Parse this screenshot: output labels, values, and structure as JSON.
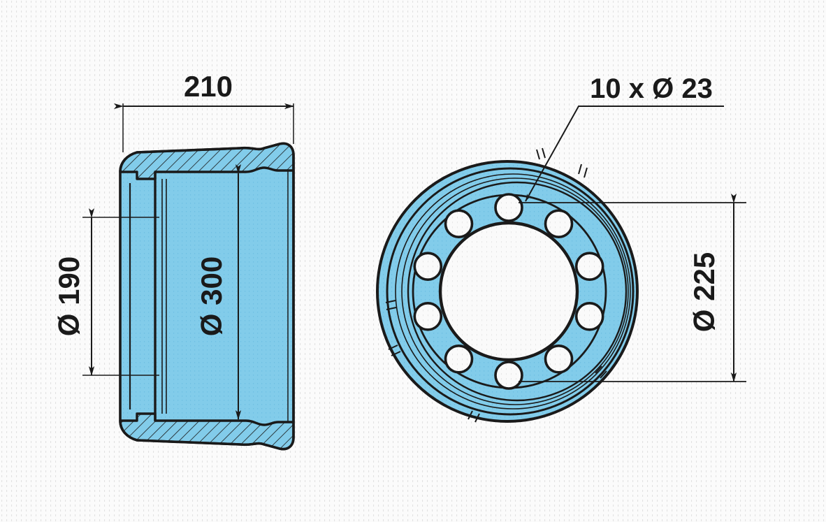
{
  "drawing": {
    "type": "engineering-cross-section-and-front-view",
    "subject": "brake drum / wheel hub",
    "background_color": "#fbfbfb",
    "part_fill_color": "#82ccea",
    "line_color": "#1a1a1a",
    "hatch_color": "#1a1a1a",
    "hole_fill_color": "#fbfbfb"
  },
  "section_view": {
    "name": "left-cross-section",
    "dimensions": {
      "width": {
        "label": "210",
        "orientation": "horizontal",
        "position": "top"
      },
      "inner_diameter": {
        "label": "Ø 190",
        "orientation": "vertical",
        "position": "left",
        "symbol": "diameter"
      },
      "outer_diameter": {
        "label": "Ø 300",
        "orientation": "vertical",
        "position": "center",
        "symbol": "diameter"
      }
    }
  },
  "front_view": {
    "name": "right-front-view",
    "bolt_holes": {
      "count": 10,
      "annotation": "10 x Ø 23",
      "hole_diameter": 23
    },
    "dimensions": {
      "bolt_circle": {
        "label": "Ø 225",
        "orientation": "vertical",
        "position": "right",
        "symbol": "diameter"
      }
    }
  },
  "labels": {
    "width_210": "210",
    "dia_190": "Ø 190",
    "dia_300": "Ø 300",
    "holes_10x23": "10 x Ø 23",
    "dia_225": "Ø 225"
  }
}
